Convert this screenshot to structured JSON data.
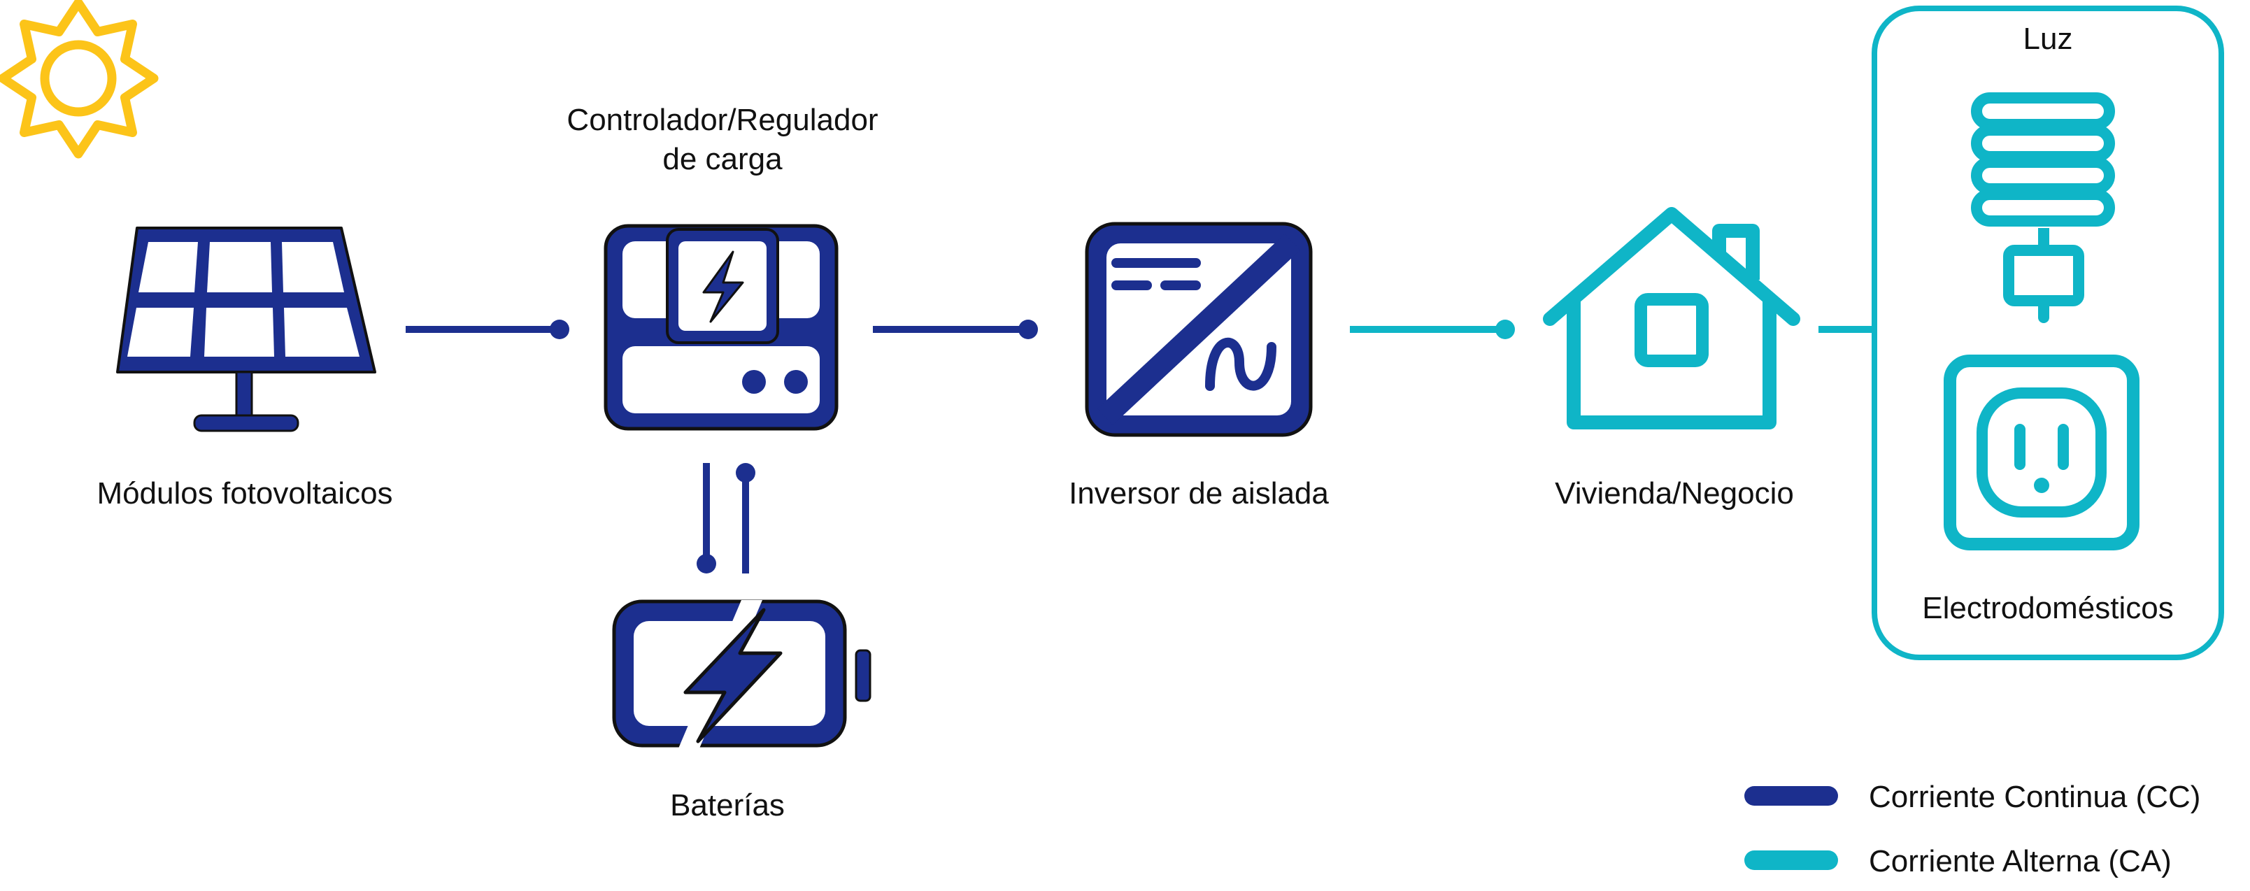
{
  "colors": {
    "dc": "#1c2f8f",
    "ac": "#0fb5c7",
    "sun": "#fcc419",
    "ink": "#111111"
  },
  "nodes": {
    "solar_panel": {
      "label": "Módulos fotovoltaicos",
      "icon": "solar-panel-icon"
    },
    "charge_controller": {
      "label_line1": "Controlador/Regulador",
      "label_line2": "de carga",
      "icon": "charge-controller-icon"
    },
    "inverter": {
      "label": "Inversor de aislada",
      "icon": "inverter-icon"
    },
    "house": {
      "label": "Vivienda/Negocio",
      "icon": "house-icon"
    },
    "battery": {
      "label": "Baterías",
      "icon": "battery-icon"
    },
    "loads": {
      "light_label": "Luz",
      "appliances_label": "Electrodomésticos",
      "light_icon": "light-bulb-icon",
      "appliances_icon": "power-outlet-icon"
    }
  },
  "legend": {
    "dc_label": "Corriente Continua (CC)",
    "ac_label": "Corriente Alterna (CA)"
  }
}
